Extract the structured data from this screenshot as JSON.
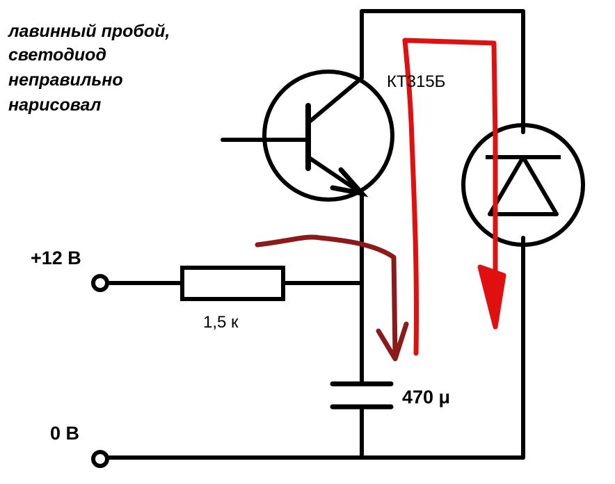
{
  "note": {
    "lines": [
      "лавинный пробой,",
      "светодиод",
      "неправильно",
      "нарисовал"
    ]
  },
  "components": {
    "transistor_label": "КТ315Б",
    "resistor_label": "1,5 к",
    "capacitor_label": "470 μ",
    "supply_label": "+12 В",
    "ground_label": "0 В"
  },
  "colors": {
    "wire": "#000000",
    "current_arrow": "#e01010",
    "current_arrow_dark": "#8b1a1a"
  },
  "icons": [
    "npn-transistor-icon",
    "resistor-icon",
    "capacitor-icon",
    "led-icon",
    "terminal-icon",
    "arrow-icon"
  ]
}
